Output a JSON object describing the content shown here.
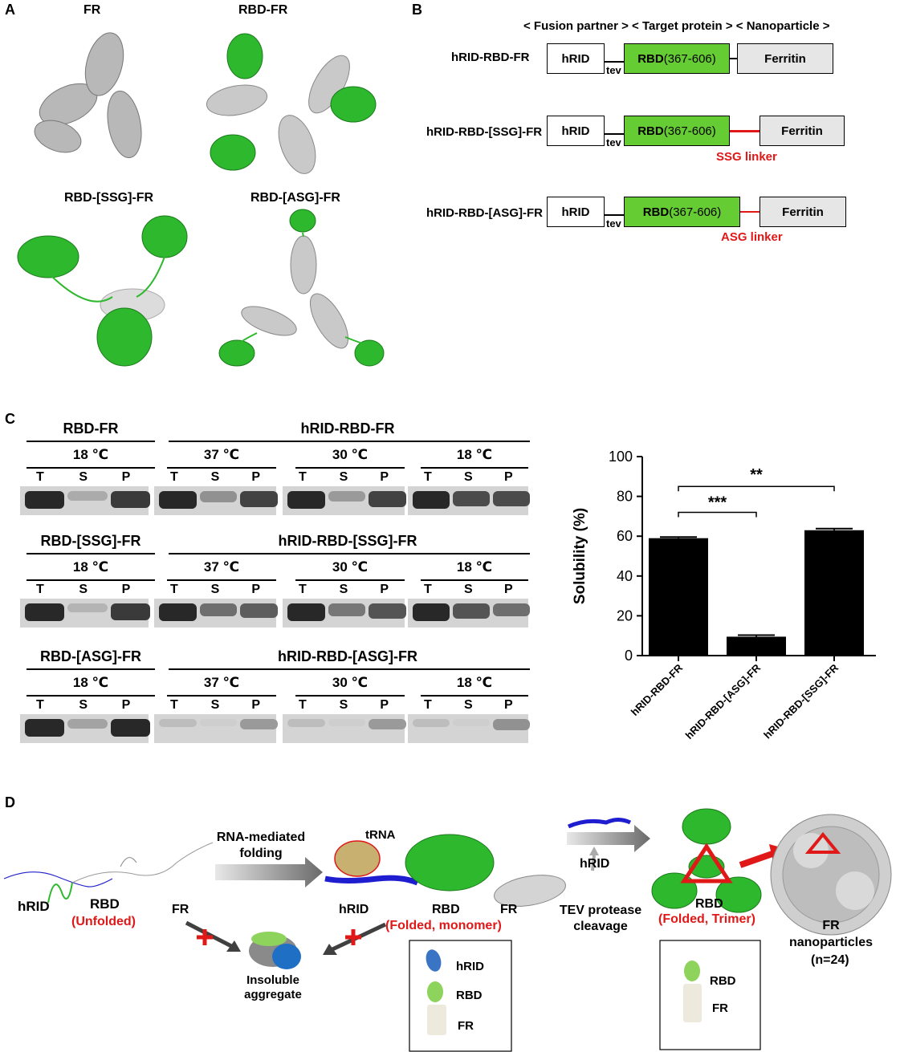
{
  "panels": {
    "A": "A",
    "B": "B",
    "C": "C",
    "D": "D"
  },
  "panelA": {
    "structures": [
      "FR",
      "RBD-FR",
      "RBD-[SSG]-FR",
      "RBD-[ASG]-FR"
    ]
  },
  "panelB": {
    "header": "< Fusion partner > < Target protein > < Nanoparticle >",
    "constructs": [
      {
        "name": "hRID-RBD-FR",
        "partner": "hRID",
        "cleavage": "tev",
        "target_bold": "RBD",
        "target_range": "(367-606)",
        "particle": "Ferritin",
        "linker": ""
      },
      {
        "name": "hRID-RBD-[SSG]-FR",
        "partner": "hRID",
        "cleavage": "tev",
        "target_bold": "RBD",
        "target_range": "(367-606)",
        "particle": "Ferritin",
        "linker": "SSG linker"
      },
      {
        "name": "hRID-RBD-[ASG]-FR",
        "partner": "hRID",
        "cleavage": "tev",
        "target_bold": "RBD",
        "target_range": "(367-606)",
        "particle": "Ferritin",
        "linker": "ASG linker"
      }
    ],
    "colors": {
      "rbd": "#66cc33",
      "ferritin": "#e6e6e6",
      "linker": "#e01818"
    }
  },
  "panelC": {
    "rows": [
      {
        "control": "RBD-FR",
        "construct": "hRID-RBD-FR"
      },
      {
        "control": "RBD-[SSG]-FR",
        "construct": "hRID-RBD-[SSG]-FR"
      },
      {
        "control": "RBD-[ASG]-FR",
        "construct": "hRID-RBD-[ASG]-FR"
      }
    ],
    "temps": [
      "18 ℃",
      "37 ℃",
      "30 ℃",
      "18 ℃"
    ],
    "lanes": [
      "T",
      "S",
      "P"
    ]
  },
  "chart_data": {
    "type": "bar",
    "categories": [
      "hRID-RBD-FR",
      "hRID-RBD-[ASG]-FR",
      "hRID-RBD-[SSG]-FR"
    ],
    "values": [
      59,
      9.5,
      63
    ],
    "errors": [
      0.6,
      0.8,
      0.8
    ],
    "ylabel": "Solubility (%)",
    "ylim": [
      0,
      100
    ],
    "yticks": [
      0,
      20,
      40,
      60,
      80,
      100
    ],
    "significance": [
      "***",
      "**"
    ],
    "bar_color": "#000000"
  },
  "panelD": {
    "labels": {
      "hrid1": "hRID",
      "rbd1": "RBD",
      "unfolded": "(Unfolded)",
      "fr1": "FR",
      "rna_folding": "RNA-mediated\nfolding",
      "trna": "tRNA",
      "hrid2": "hRID",
      "rbd2": "RBD",
      "folded_monomer": "(Folded, monomer)",
      "fr2": "FR",
      "hrid3": "hRID",
      "tev": "TEV protease\ncleavage",
      "rbd3": "RBD",
      "folded_trimer": "(Folded, Trimer)",
      "fr_np": "FR\nnanoparticles",
      "n": "(n=24)",
      "aggregate": "Insoluble\naggregate"
    },
    "legend1": [
      "hRID",
      "RBD",
      "FR"
    ],
    "legend2": [
      "RBD",
      "FR"
    ]
  }
}
